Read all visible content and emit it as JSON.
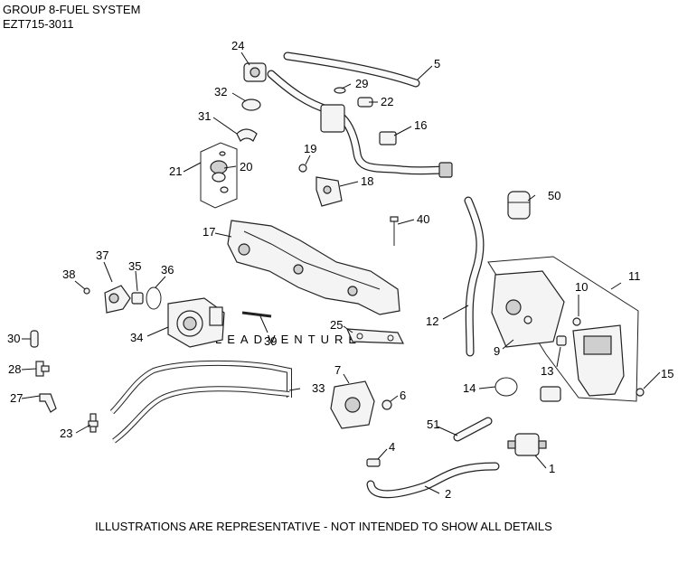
{
  "header": {
    "title": "GROUP 8-FUEL SYSTEM",
    "model": "EZT715-3011"
  },
  "watermark": "LEADVENTURE",
  "footer": {
    "disclaimer": "ILLUSTRATIONS ARE REPRESENTATIVE - NOT INTENDED TO SHOW ALL DETAILS"
  },
  "callouts": {
    "c1": "1",
    "c2": "2",
    "c4": "4",
    "c5": "5",
    "c6": "6",
    "c7": "7",
    "c9": "9",
    "c11": "11",
    "c12": "12",
    "c13": "13",
    "c14": "14",
    "c15": "15",
    "c16": "16",
    "c17": "17",
    "c18": "18",
    "c19": "19",
    "c20": "20",
    "c21": "21",
    "c22": "22",
    "c23": "23",
    "c24": "24",
    "c25": "25",
    "c27": "27",
    "c28": "28",
    "c29": "29",
    "c30": "30",
    "c31": "31",
    "c32": "32",
    "c33": "33",
    "c34": "34",
    "c35": "35",
    "c36": "36",
    "c37": "37",
    "c38": "38",
    "c39": "39",
    "c40": "40",
    "c50": "50",
    "c51": "51",
    "c10": "10"
  }
}
